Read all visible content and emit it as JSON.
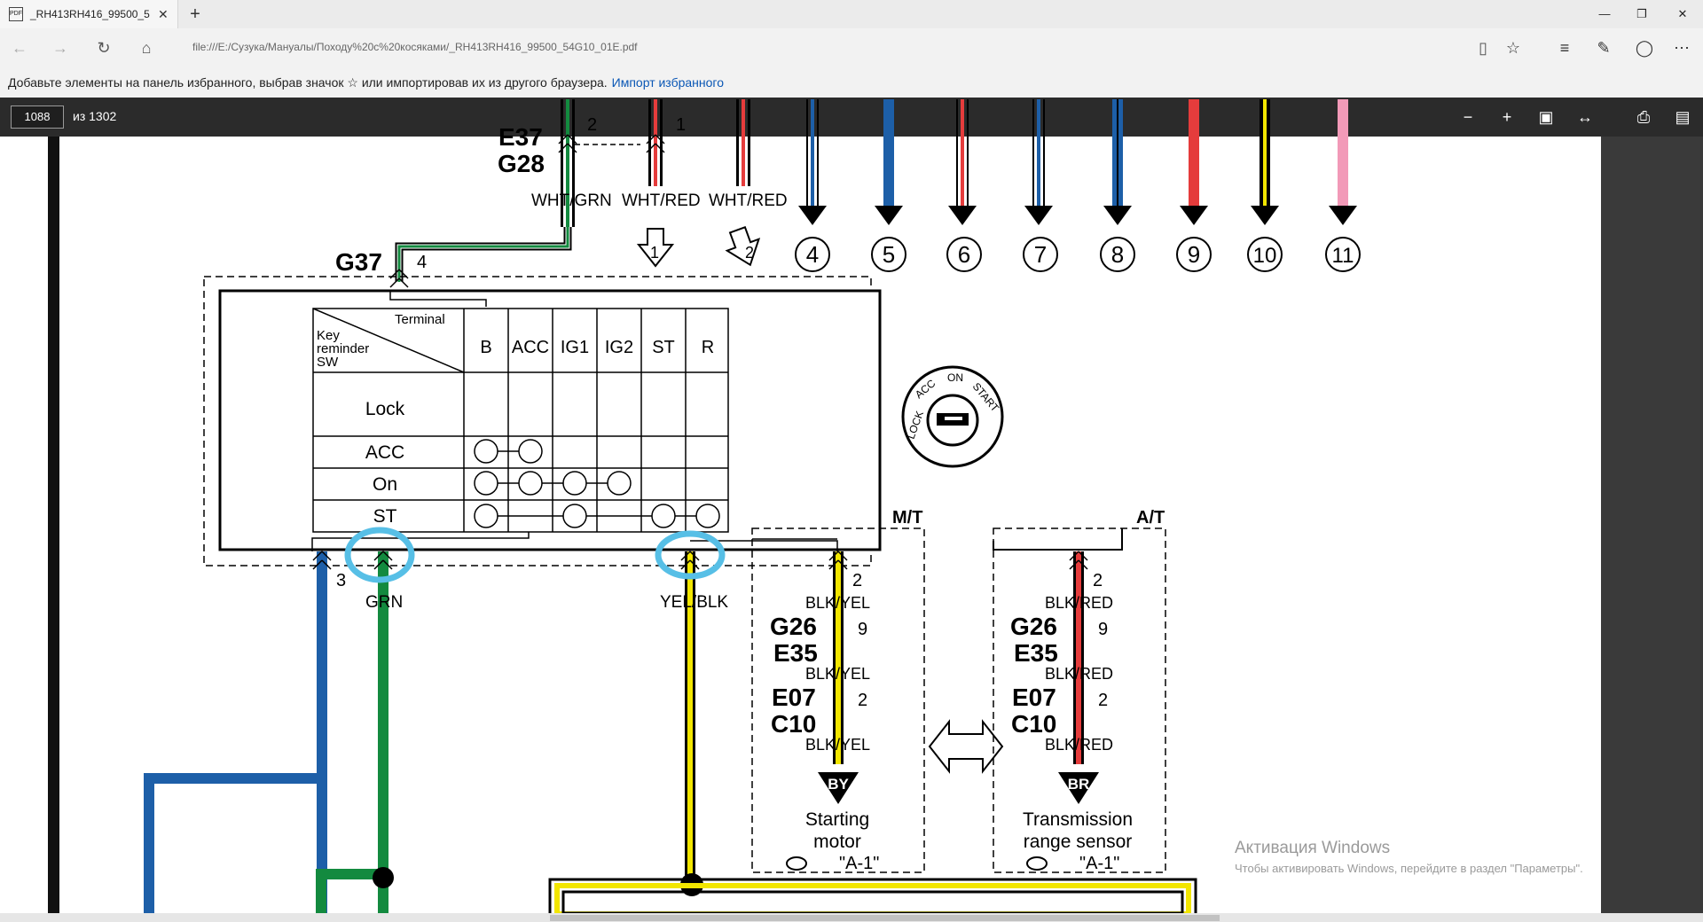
{
  "tab": {
    "title": "_RH413RH416_99500_5",
    "favicon_text": "PDF",
    "close": "✕",
    "new_tab": "+"
  },
  "window": {
    "minimize": "—",
    "maximize": "❐",
    "close": "✕"
  },
  "nav": {
    "url": "file:///E:/Сузука/Мануалы/Походу%20с%20косяками/_RH413RH416_99500_54G10_01E.pdf"
  },
  "favorites_bar": {
    "message": "Добавьте элементы на панель избранного, выбрав значок ☆ или импортировав их из другого браузера.",
    "link": "Импорт избранного"
  },
  "pdf_toolbar": {
    "page": "1088",
    "of": "из 1302"
  },
  "diagram": {
    "connectors": {
      "e37": "E37",
      "g28": "G28",
      "g37": "G37",
      "g26": "G26",
      "e35": "E35",
      "e07": "E07",
      "c10": "C10"
    },
    "pins": {
      "p2": "2",
      "p1": "1",
      "p4": "4",
      "p3": "3",
      "p9": "9"
    },
    "wires": {
      "wht_grn": "WHT/GRN",
      "wht_red": "WHT/RED",
      "grn": "GRN",
      "yel_blk": "YEL/BLK",
      "blk_yel": "BLK/YEL",
      "blk_red": "BLK/RED"
    },
    "arrow_numbers": [
      "4",
      "5",
      "6",
      "7",
      "8",
      "9",
      "10",
      "11"
    ],
    "hollow_arrows": [
      "1",
      "2"
    ],
    "table": {
      "terminal": "Terminal",
      "key_reminder": [
        "Key",
        "reminder",
        "SW"
      ],
      "columns": [
        "B",
        "ACC",
        "IG1",
        "IG2",
        "ST",
        "R"
      ],
      "rows": [
        "Lock",
        "ACC",
        "On",
        "ST"
      ]
    },
    "ignition_labels": {
      "lock": "LOCK",
      "acc": "ACC",
      "on": "ON",
      "start": "START"
    },
    "mt": "M/T",
    "at": "A/T",
    "by": "BY",
    "br": "BR",
    "starting_motor": [
      "Starting",
      "motor"
    ],
    "transmission_sensor": [
      "Transmission",
      "range sensor"
    ],
    "ref": "\"A-1\""
  },
  "activation": {
    "title": "Активация Windows",
    "subtitle": "Чтобы активировать Windows, перейдите в раздел \"Параметры\"."
  }
}
